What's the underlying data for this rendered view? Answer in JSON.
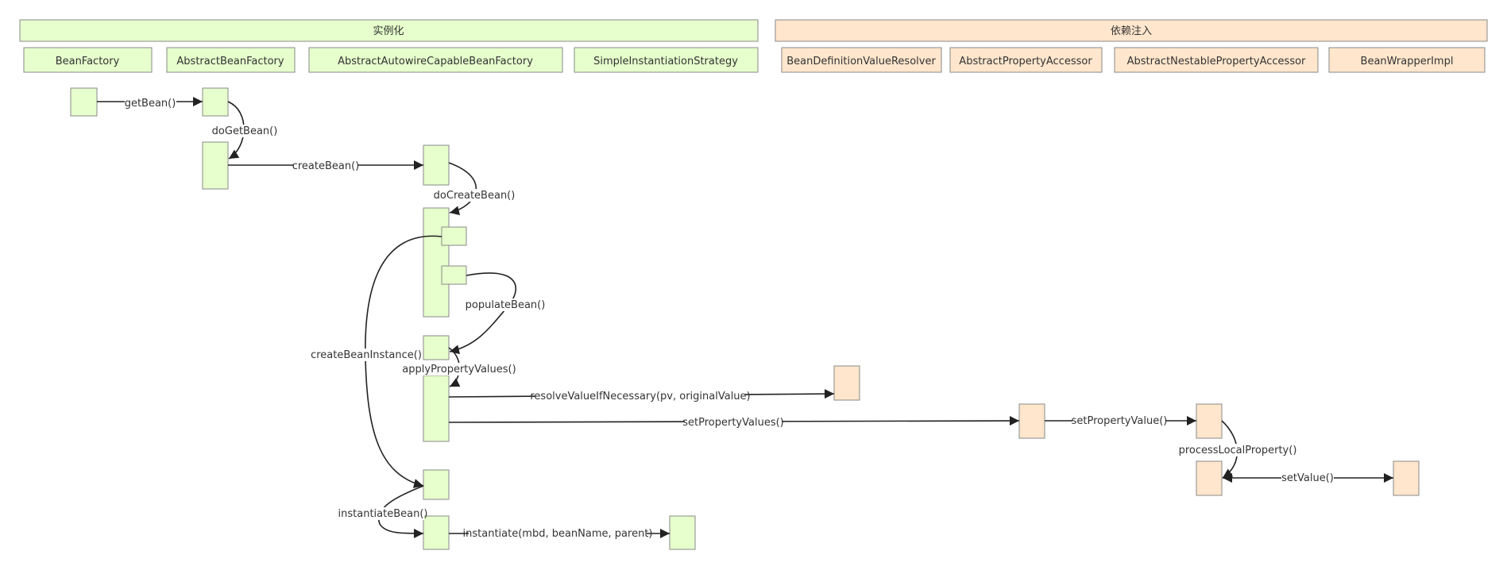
{
  "colors": {
    "instantiation_fill": "#e6ffcc",
    "injection_fill": "#ffe6cc",
    "stroke": "#8a8a8a",
    "arrow": "#222222"
  },
  "groups": {
    "instantiation": "实例化",
    "injection": "依赖注入"
  },
  "classes": [
    "BeanFactory",
    "AbstractBeanFactory",
    "AbstractAutowireCapableBeanFactory",
    "SimpleInstantiationStrategy",
    "BeanDefinitionValueResolver",
    "AbstractPropertyAccessor",
    "AbstractNestablePropertyAccessor",
    "BeanWrapperImpl"
  ],
  "calls": {
    "getBean": "getBean()",
    "doGetBean": "doGetBean()",
    "createBean": "createBean()",
    "doCreateBean": "doCreateBean()",
    "populateBean": "populateBean()",
    "createBeanInstance": "createBeanInstance()",
    "applyPropertyValues": "applyPropertyValues()",
    "resolveValueIfNecessary": "resolveValueIfNecessary(pv, originalValue)",
    "setPropertyValues": "setPropertyValues()",
    "setPropertyValue": "setPropertyValue()",
    "processLocalProperty": "processLocalProperty()",
    "setValue": "setValue()",
    "instantiateBean": "instantiateBean()",
    "instantiate": "instantiate(mbd, beanName, parent)"
  }
}
